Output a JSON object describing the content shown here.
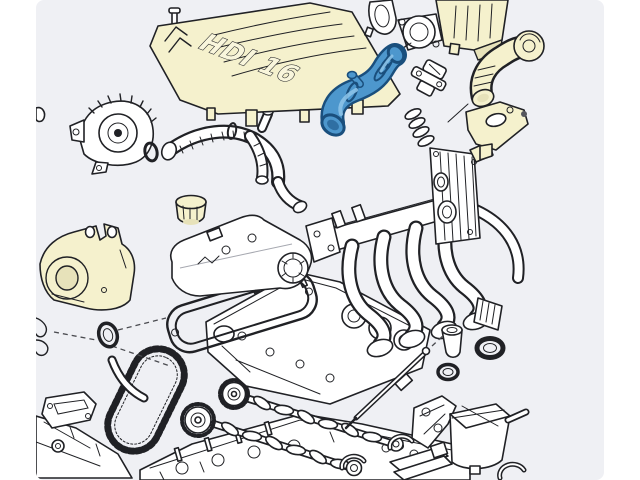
{
  "document": {
    "type": "exploded-parts-diagram",
    "subject": "HDi 16 diesel engine assembly",
    "cover_label": "HDI 16",
    "logo": "citroen-double-chevron"
  },
  "colors": {
    "page-bg": "#ffffff",
    "diagram-bg": "#eff0f4",
    "ink": "#202125",
    "cream": "#f5f1cd",
    "cream-shade": "#e7e2ba",
    "blue": "#4d97cd",
    "blue-dark": "#1a4f7d",
    "blue-shade": "#2f6fa3",
    "blue-light": "#8cc2e8"
  },
  "highlight": {
    "part": "air-intake-hose",
    "color": "#4d97cd"
  },
  "parts": [
    {
      "id": "engine-cover",
      "label": "Engine cover HDI 16",
      "color": "cream",
      "highlighted": false
    },
    {
      "id": "cover-stud-pin",
      "label": "Cover stud pin",
      "color": "white",
      "highlighted": false
    },
    {
      "id": "hose-clamp",
      "label": "Hose clamp",
      "color": "white",
      "highlighted": false
    },
    {
      "id": "throttle-body",
      "label": "Throttle body",
      "color": "white",
      "highlighted": false
    },
    {
      "id": "air-filter-housing",
      "label": "Air filter housing",
      "color": "cream",
      "highlighted": false
    },
    {
      "id": "air-intake-hose",
      "label": "Air intake hose",
      "color": "blue",
      "highlighted": true
    },
    {
      "id": "hose-clip",
      "label": "Hose clip bracket",
      "color": "white",
      "highlighted": false
    },
    {
      "id": "air-duct-elbow",
      "label": "Air duct elbow",
      "color": "cream",
      "highlighted": false
    },
    {
      "id": "duct-support-bracket",
      "label": "Duct support bracket",
      "color": "cream",
      "highlighted": false
    },
    {
      "id": "pulley-cap",
      "label": "Round cap",
      "color": "cream",
      "highlighted": false
    },
    {
      "id": "water-pump",
      "label": "Water pump",
      "color": "white",
      "highlighted": false
    },
    {
      "id": "water-pump-o-ring",
      "label": "Water pump O-ring",
      "color": "white",
      "highlighted": false
    },
    {
      "id": "coolant-hose-assembly",
      "label": "Coolant hose assembly",
      "color": "white",
      "highlighted": false
    },
    {
      "id": "oil-filler-cap",
      "label": "Oil filler cap",
      "color": "cream",
      "highlighted": false
    },
    {
      "id": "egr-cooler",
      "label": "EGR cooler",
      "color": "white",
      "highlighted": false
    },
    {
      "id": "engine-mount-bracket",
      "label": "Engine mount bracket",
      "color": "cream",
      "highlighted": false
    },
    {
      "id": "crankshaft-seal",
      "label": "Crankshaft seal",
      "color": "white",
      "highlighted": false
    },
    {
      "id": "retaining-clips",
      "label": "Retaining clips",
      "color": "white",
      "highlighted": false
    },
    {
      "id": "camshaft-housing",
      "label": "Camshaft housing",
      "color": "white",
      "highlighted": false
    },
    {
      "id": "valve-cover-gasket",
      "label": "Valve cover gasket",
      "color": "white",
      "highlighted": false
    },
    {
      "id": "cylinder-head-cover",
      "label": "Cylinder head cover",
      "color": "white",
      "highlighted": false
    },
    {
      "id": "intake-manifold",
      "label": "Intake manifold",
      "color": "white",
      "highlighted": false
    },
    {
      "id": "manifold-o-ring",
      "label": "Manifold O-ring",
      "color": "white",
      "highlighted": false
    },
    {
      "id": "timing-chain",
      "label": "Timing chain",
      "color": "white",
      "highlighted": false
    },
    {
      "id": "chain-guide",
      "label": "Chain guide",
      "color": "white",
      "highlighted": false
    },
    {
      "id": "chain-tensioner-pad",
      "label": "Chain tensioner pad",
      "color": "white",
      "highlighted": false
    },
    {
      "id": "camshaft-sprockets",
      "label": "Camshaft sprockets",
      "color": "white",
      "highlighted": false
    },
    {
      "id": "exhaust-camshaft",
      "label": "Exhaust camshaft",
      "color": "white",
      "highlighted": false
    },
    {
      "id": "intake-camshaft",
      "label": "Intake camshaft",
      "color": "white",
      "highlighted": false
    },
    {
      "id": "half-moon-seals",
      "label": "Half-moon cap seals",
      "color": "white",
      "highlighted": false
    },
    {
      "id": "cylinder-head",
      "label": "Cylinder head",
      "color": "white",
      "highlighted": false
    },
    {
      "id": "engine-block",
      "label": "Engine block",
      "color": "white",
      "highlighted": false
    },
    {
      "id": "glow-plug",
      "label": "Glow plug",
      "color": "white",
      "highlighted": false
    },
    {
      "id": "breather-tube",
      "label": "Breather tube",
      "color": "white",
      "highlighted": false
    },
    {
      "id": "seal-ring-large",
      "label": "Seal ring (large)",
      "color": "white",
      "highlighted": false
    },
    {
      "id": "seal-ring-small",
      "label": "Seal ring (small)",
      "color": "white",
      "highlighted": false
    },
    {
      "id": "mounting-bracket",
      "label": "Mounting bracket",
      "color": "white",
      "highlighted": false
    },
    {
      "id": "vacuum-reservoir",
      "label": "Vacuum reservoir",
      "color": "white",
      "highlighted": false
    },
    {
      "id": "bracket-rail",
      "label": "Bracket rail",
      "color": "white",
      "highlighted": false
    }
  ]
}
